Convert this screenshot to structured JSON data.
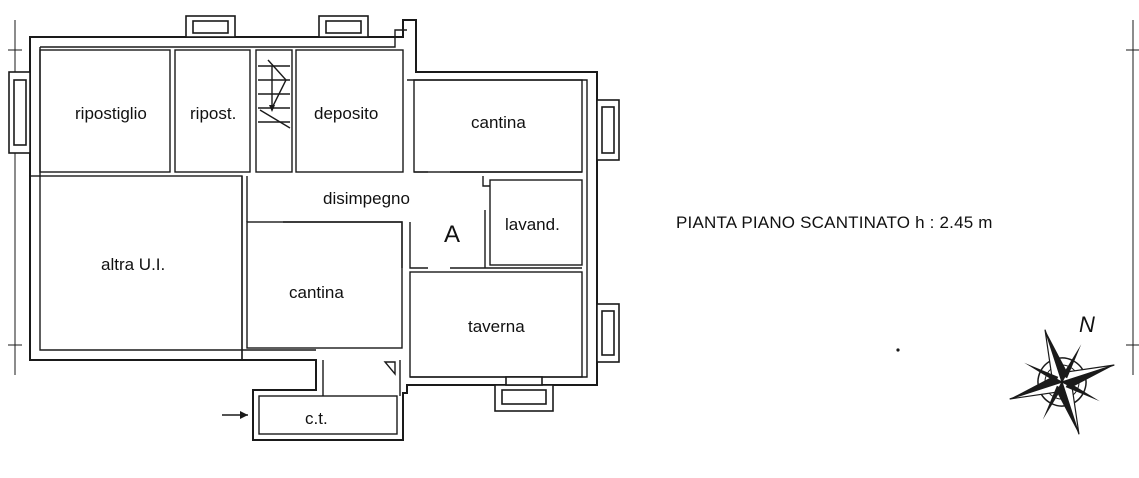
{
  "plan": {
    "title": "PIANTA PIANO SCANTINATO h : 2.45 m",
    "north_label": "N",
    "rooms": {
      "ripostiglio": "ripostiglio",
      "ripost": "ripost.",
      "deposito": "deposito",
      "cantina_top": "cantina",
      "disimpegno": "disimpegno",
      "zone_a": "A",
      "lavand": "lavand.",
      "altra_ui": "altra U.I.",
      "cantina_mid": "cantina",
      "taverna": "taverna",
      "ct": "c.t."
    }
  }
}
